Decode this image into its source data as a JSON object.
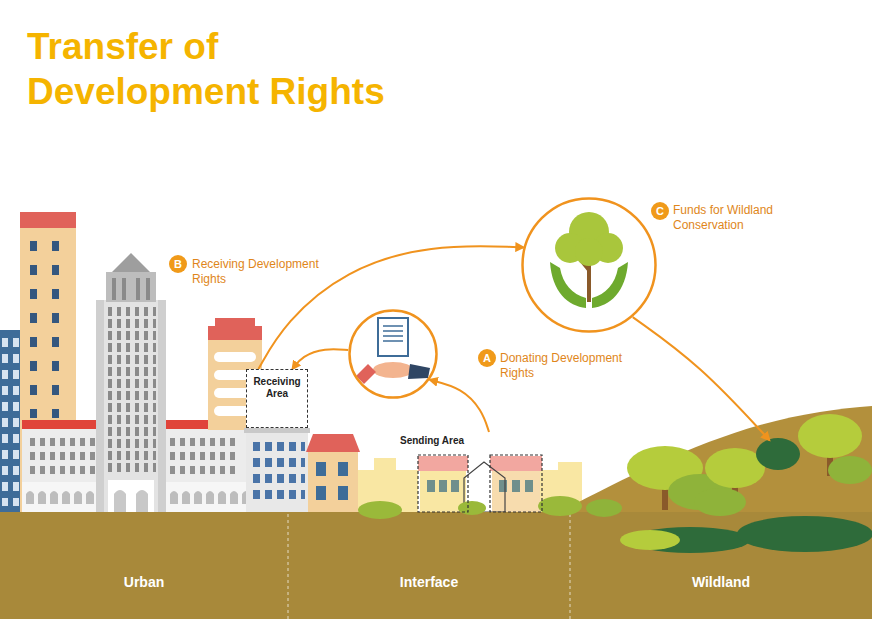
{
  "diagram": {
    "title": "Transfer of Development Rights",
    "nodes": [
      {
        "text": [
          "Receiving Area"
        ]
      },
      {
        "text": [
          "Sending Area"
        ]
      },
      {
        "text": [
          "A",
          "Donating Development Rights"
        ]
      },
      {
        "text": [
          "C",
          "Funds for Wildland Conservation"
        ]
      },
      {
        "text": [
          "Urban"
        ]
      },
      {
        "text": [
          "Interface"
        ]
      },
      {
        "text": [
          "Wildland"
        ]
      }
    ],
    "edges": [
      {
        "from": 1,
        "to": 2,
        "arrow": "to"
      },
      {
        "from": 2,
        "to": 0,
        "arrow": "to"
      },
      {
        "from": 0,
        "to": 3,
        "arrow": "to"
      },
      {
        "from": 3,
        "to": 6,
        "arrow": "to"
      }
    ],
    "labels": [
      "B",
      "Receiving Development Rights"
    ]
  }
}
